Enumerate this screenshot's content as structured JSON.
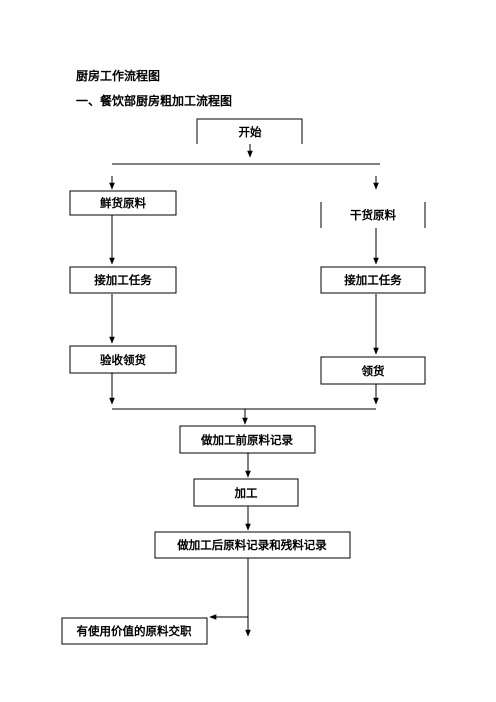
{
  "document": {
    "title": "厨房工作流程图",
    "section_title": "一、餐饮部厨房粗加工流程图"
  },
  "nodes": {
    "start": "开始",
    "fresh_material": "鲜货原料",
    "dry_material": "干货原料",
    "receive_task_left": "接加工任务",
    "receive_task_right": "接加工任务",
    "inspect_receive": "验收领货",
    "collect_goods": "领货",
    "pre_processing_record": "做加工前原料记录",
    "processing": "加工",
    "post_processing_record": "做加工后原料记录和残料记录",
    "useful_material_handover": "有使用价值的原料交职"
  }
}
